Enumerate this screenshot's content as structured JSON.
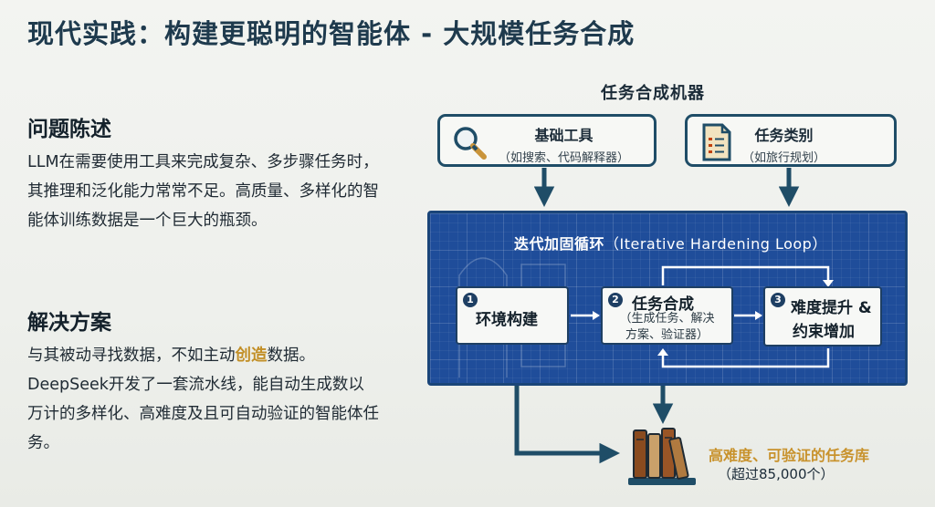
{
  "slide": {
    "title": "现代实践：构建更聪明的智能体 - 大规模任务合成"
  },
  "problem": {
    "heading": "问题陈述",
    "text": "LLM在需要使用工具来完成复杂、多步骤任务时，其推理和泛化能力常常不足。高质量、多样化的智能体训练数据是一个巨大的瓶颈。"
  },
  "solution": {
    "heading": "解决方案",
    "text_before": "与其被动寻找数据，不如主动",
    "highlight": "创造",
    "text_after": "数据。DeepSeek开发了一套流水线，能自动生成数以万计的多样化、高难度及且可自动验证的智能体任务。"
  },
  "machine": {
    "title": "任务合成机器",
    "inputs": [
      {
        "title": "基础工具",
        "subtitle": "（如搜索、代码解释器）",
        "icon": "magnifier-icon"
      },
      {
        "title": "任务类别",
        "subtitle": "（如旅行规划）",
        "icon": "document-list-icon"
      }
    ],
    "loop": {
      "title_zh": "迭代加固循环",
      "title_en": "（Iterative Hardening Loop）",
      "steps": [
        {
          "number": "1",
          "label": "环境构建"
        },
        {
          "number": "2",
          "label": "任务合成",
          "subtitle_line1": "（生成任务、解决",
          "subtitle_line2": "方案、验证器）"
        },
        {
          "number": "3",
          "label_line1": "难度提升 &",
          "label_line2": "约束增加"
        }
      ]
    },
    "output": {
      "label": "高难度、可验证的任务库",
      "count": "（超过85,000个）",
      "icon": "books-icon"
    }
  },
  "colors": {
    "navy": "#1f4d67",
    "blueprint": "#1f4d9a",
    "highlight": "#c28f27",
    "output": "#c8922c",
    "book_brown": "#8a4b1f",
    "book_tan": "#c9a06a"
  }
}
